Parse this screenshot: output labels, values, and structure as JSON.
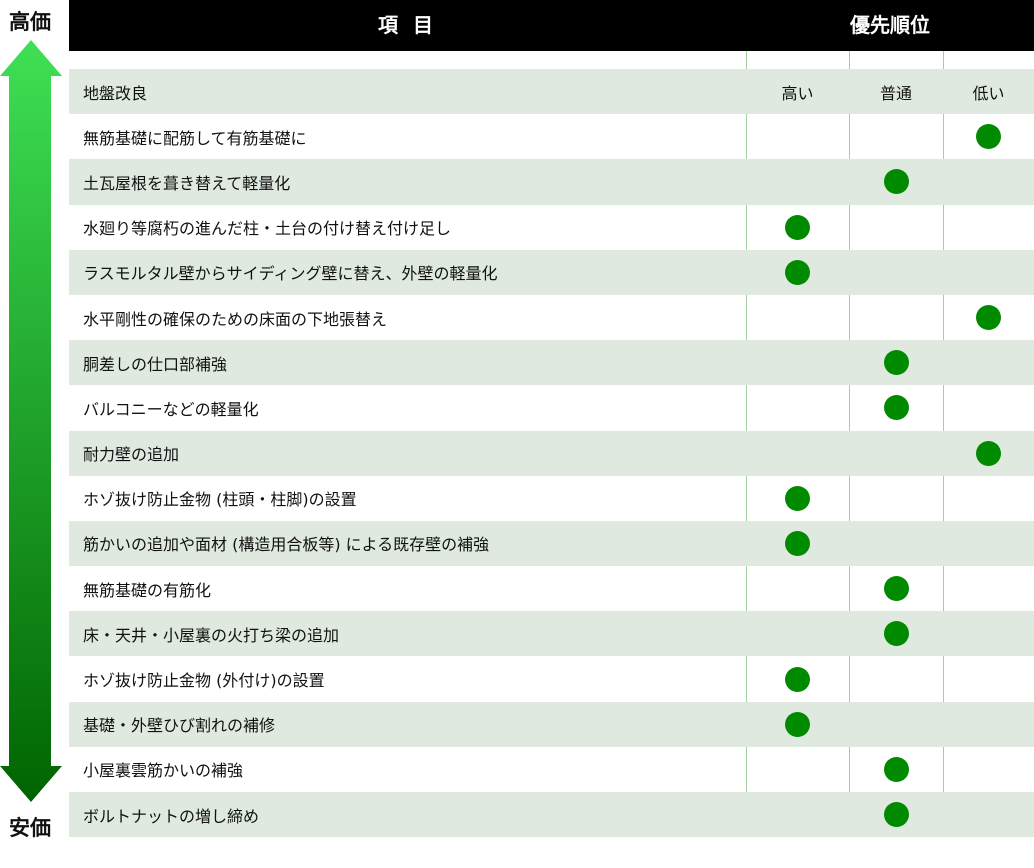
{
  "side": {
    "top_label": "高価",
    "bottom_label": "安価",
    "arrow_colors": {
      "top": "#3fe055",
      "bottom": "#006400"
    }
  },
  "header": {
    "item_label": "項 目",
    "priority_label": "優先順位"
  },
  "columns": [
    "高い",
    "普通",
    "低い"
  ],
  "first_row_label": "地盤改良",
  "dot_color": "#008a00",
  "rows": [
    {
      "label": "無筋基礎に配筋して有筋基礎に",
      "priority": 2
    },
    {
      "label": "土瓦屋根を葺き替えて軽量化",
      "priority": 1
    },
    {
      "label": "水廻り等腐朽の進んだ柱・土台の付け替え付け足し",
      "priority": 0
    },
    {
      "label": "ラスモルタル壁からサイディング壁に替え、外壁の軽量化",
      "priority": 0
    },
    {
      "label": " 水平剛性の確保のための床面の下地張替え",
      "priority": 2
    },
    {
      "label": "胴差しの仕口部補強",
      "priority": 1
    },
    {
      "label": "バルコニーなどの軽量化",
      "priority": 1
    },
    {
      "label": "耐力壁の追加",
      "priority": 2
    },
    {
      "label": "ホゾ抜け防止金物 (柱頭・柱脚)の設置",
      "priority": 0
    },
    {
      "label": "筋かいの追加や面材 (構造用合板等) による既存壁の補強",
      "priority": 0
    },
    {
      "label": "無筋基礎の有筋化",
      "priority": 1
    },
    {
      "label": "床・天井・小屋裏の火打ち梁の追加",
      "priority": 1
    },
    {
      "label": "ホゾ抜け防止金物 (外付け)の設置",
      "priority": 0
    },
    {
      "label": "基礎・外壁ひび割れの補修",
      "priority": 0
    },
    {
      "label": "小屋裏雲筋かいの補強",
      "priority": 1
    },
    {
      "label": "ボルトナットの増し締め",
      "priority": 1
    }
  ]
}
